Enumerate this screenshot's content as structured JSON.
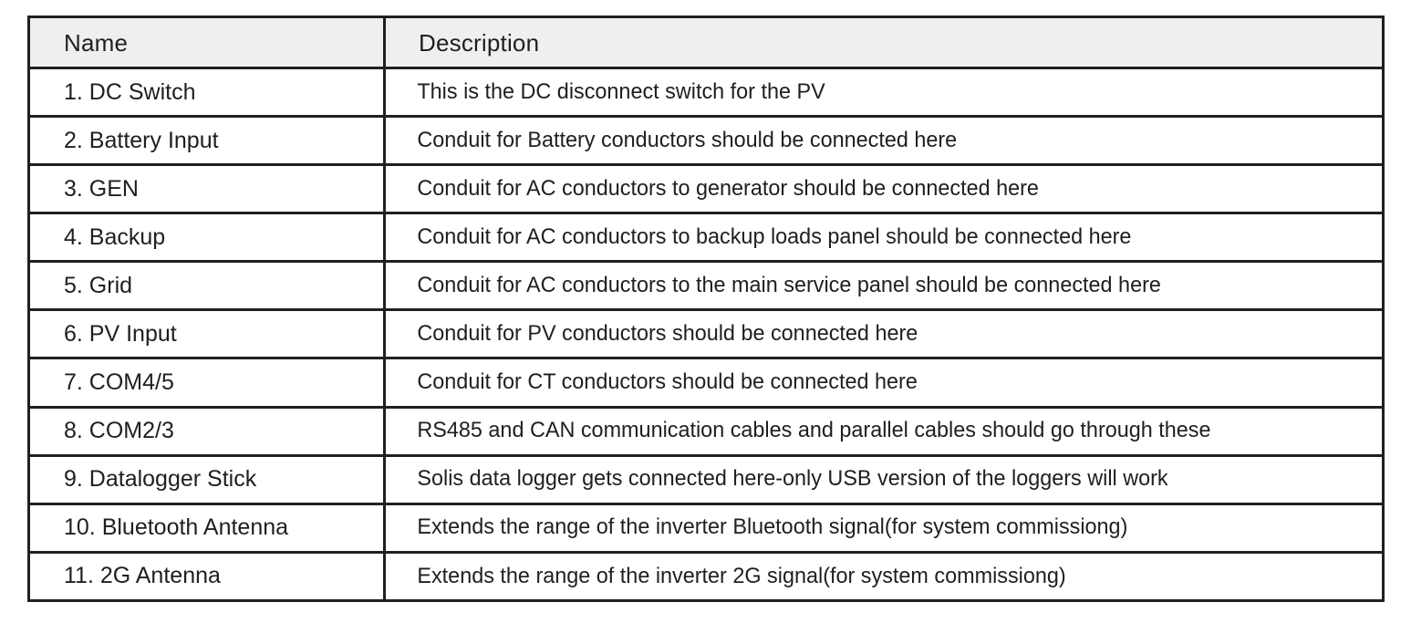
{
  "table": {
    "columns": [
      {
        "key": "name",
        "label": "Name"
      },
      {
        "key": "description",
        "label": "Description"
      }
    ],
    "header_background": "#eef0ef",
    "border_color": "#231f1f",
    "rows": [
      {
        "name": "1. DC Switch",
        "description": "This is the DC disconnect switch for the PV"
      },
      {
        "name": "2. Battery Input",
        "description": "Conduit for Battery conductors should be connected here"
      },
      {
        "name": "3. GEN",
        "description": "Conduit for AC conductors to generator should be connected here"
      },
      {
        "name": "4. Backup",
        "description": "Conduit for AC conductors to backup loads panel should be connected here"
      },
      {
        "name": "5. Grid",
        "description": "Conduit for AC conductors to the main service panel should be connected here"
      },
      {
        "name": "6. PV Input",
        "description": "Conduit for PV conductors should be connected here"
      },
      {
        "name": "7. COM4/5",
        "description": "Conduit for CT conductors should be connected here"
      },
      {
        "name": "8. COM2/3",
        "description": "RS485 and CAN communication cables and parallel cables should go through these"
      },
      {
        "name": "9. Datalogger Stick",
        "description": "Solis data logger gets connected here-only USB version of the loggers will work"
      },
      {
        "name": "10. Bluetooth Antenna",
        "description": "Extends the range of the inverter Bluetooth signal(for system commissiong)"
      },
      {
        "name": "11. 2G Antenna",
        "description": "Extends the range of the inverter 2G signal(for system commissiong)"
      }
    ]
  }
}
